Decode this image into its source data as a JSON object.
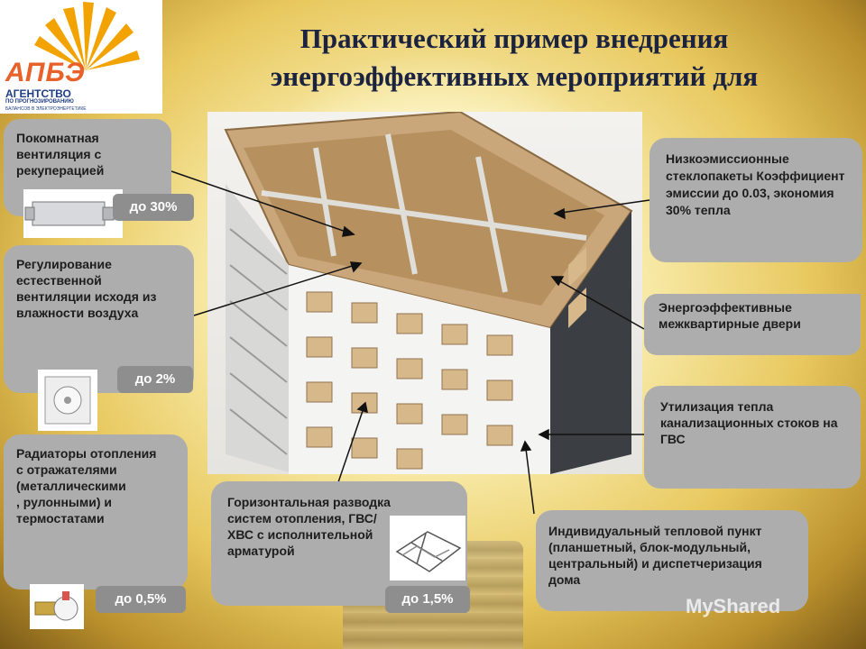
{
  "logo": {
    "mark": "АПБЭ",
    "line1": "АГЕНТСТВО",
    "line2": "ПО ПРОГНОЗИРОВАНИЮ",
    "line3": "БАЛАНСОВ В ЭЛЕКТРОЭНЕРГЕТИКЕ",
    "colors": {
      "mark": "#e8612a",
      "text": "#1f3d84",
      "sun": "#f2a300"
    }
  },
  "title": {
    "line1": "Практический пример внедрения",
    "line2": "энергоэффективных мероприятий для"
  },
  "callouts": {
    "ventilation_recuperation": {
      "text": "Покомнатная вентиляция с рекуперацией",
      "badge": "до 30%"
    },
    "natural_ventilation": {
      "text": "Регулирование естественной вентиляции исходя из влажности воздуха",
      "badge": "до 2%"
    },
    "radiators": {
      "text": "Радиаторы отопления\n с отражателями (металлическими\n, рулонными) и термостатами",
      "badge": "до 0,5%"
    },
    "horizontal_wiring": {
      "text": "Горизонтальная разводка систем отопления, ГВС/ХВС с исполнительной арматурой",
      "badge": "до 1,5%"
    },
    "low_emission_glass": {
      "text": "Низкоэмиссионные стеклопакеты Коэффициент эмиссии до 0.03, экономия 30% тепла"
    },
    "efficient_doors": {
      "text": "Энергоэффективные межквартирные двери"
    },
    "sewage_heat": {
      "text": "Утилизация тепла канализационных стоков на ГВС"
    },
    "heat_point": {
      "text": "Индивидуальный тепловой пункт (планшетный, блок-модульный, центральный) и диспетчеризация дома"
    }
  },
  "watermark": "MyShared",
  "icons": [
    "sun-icon",
    "recuperator-icon",
    "fan-icon",
    "thermostat-icon",
    "pipe-plan-icon"
  ]
}
